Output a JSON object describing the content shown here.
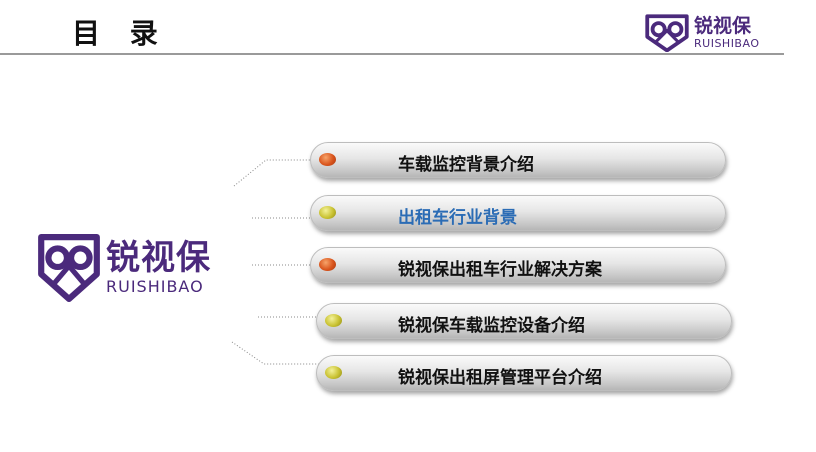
{
  "header": {
    "title": "目 录"
  },
  "logo": {
    "cn": "锐视保",
    "en": "RUISHIBAO",
    "color": "#4b2a7c"
  },
  "menu": {
    "items": [
      {
        "label": "车载监控背景介绍",
        "dot": "orange-dot-icon",
        "active": false
      },
      {
        "label": "出租车行业背景",
        "dot": "olive-dot-icon",
        "active": true
      },
      {
        "label": "锐视保出租车行业解决方案",
        "dot": "orange-dot-icon",
        "active": false
      },
      {
        "label": "锐视保车载监控设备介绍",
        "dot": "olive-dot-icon",
        "active": false
      },
      {
        "label": "锐视保出租屏管理平台介绍",
        "dot": "olive-dot-icon",
        "active": false
      }
    ]
  },
  "colors": {
    "active_text": "#2b6cb5",
    "text": "#111111",
    "divider": "#9a9a9a"
  }
}
